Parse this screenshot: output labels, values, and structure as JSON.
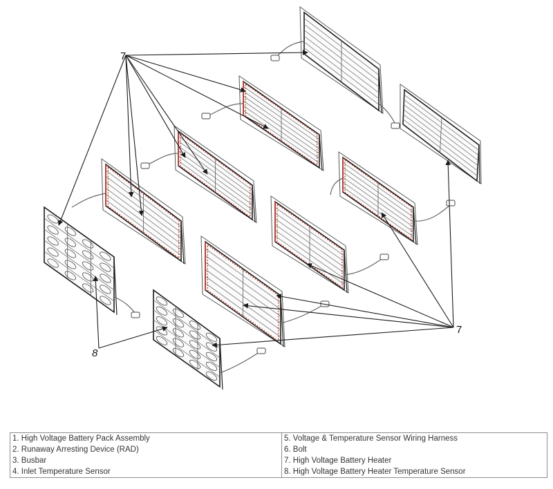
{
  "callouts": {
    "top_left": "7",
    "right": "7",
    "bottom_left": "8"
  },
  "legend": {
    "left": [
      "1. High Voltage Battery Pack Assembly",
      "2. Runaway Arresting Device (RAD)",
      "3. Busbar",
      "4. Inlet Temperature Sensor"
    ],
    "right": [
      "5. Voltage & Temperature Sensor Wiring Harness",
      "6. Bolt",
      "7. High Voltage Battery Heater",
      "8. High Voltage Battery Heater Temperature Sensor"
    ]
  },
  "colors": {
    "line": "#1a1a1a",
    "heater_outline": "#c0392b",
    "frame": "#555555"
  }
}
